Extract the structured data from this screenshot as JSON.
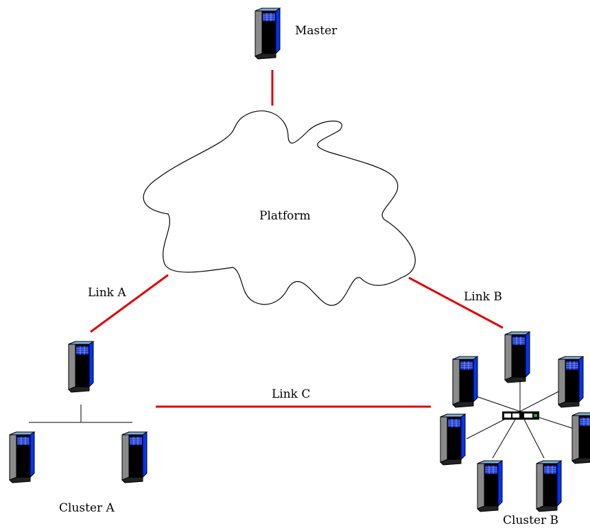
{
  "labels": {
    "master": "Master",
    "platform": "Platform",
    "link_a": "Link A",
    "link_b": "Link B",
    "link_c": "Link C",
    "cluster_a": "Cluster A",
    "cluster_b": "Cluster B"
  },
  "colors": {
    "link": "#e00000",
    "server_body": "#000000",
    "server_side": "#0033ff",
    "server_left": "#8a8a8a",
    "server_top": "#7fb3d9",
    "server_panel": "#1a2fbf",
    "wire": "#000000"
  },
  "icons": {
    "server": "server-tower-icon",
    "switch": "network-switch-icon",
    "cloud": "cloud-icon"
  }
}
